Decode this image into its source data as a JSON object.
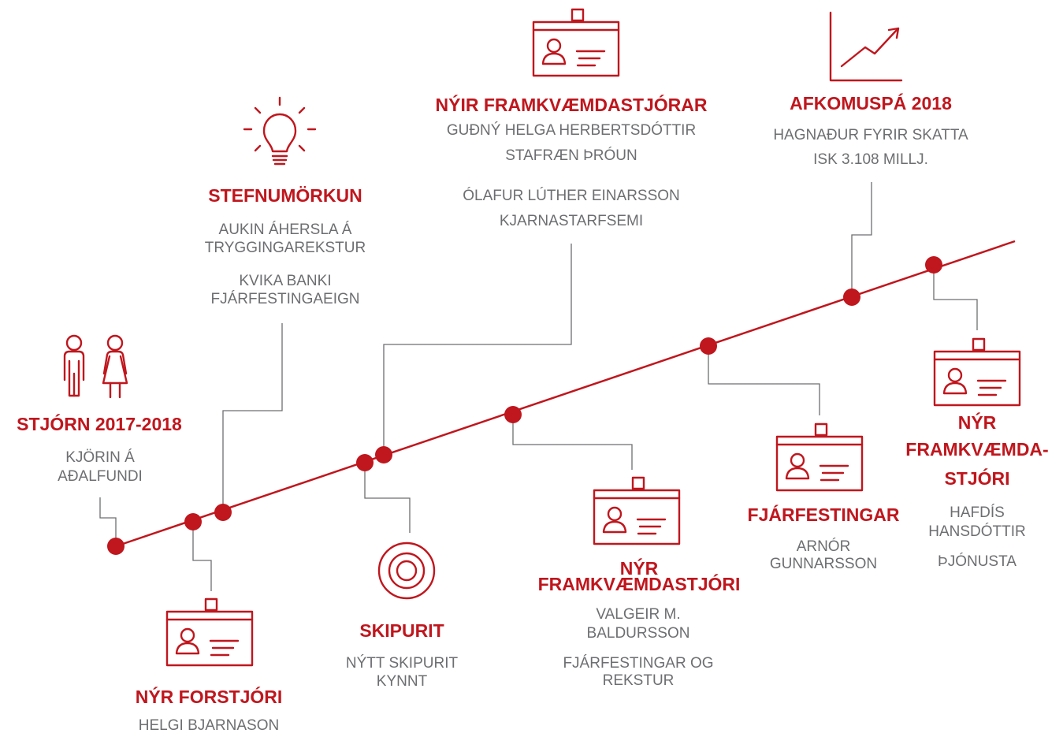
{
  "colors": {
    "accent": "#c0161d",
    "text": "#6d6e71",
    "connector": "#6d6e71"
  },
  "events": [
    {
      "id": "stjorn",
      "icon": "people-icon",
      "title": "STJÓRN 2017-2018",
      "lines": [
        "KJÖRIN Á",
        "AÐALFUNDI"
      ]
    },
    {
      "id": "forstjori",
      "icon": "id-badge-icon",
      "title": "NÝR FORSTJÓRI",
      "lines": [
        "HELGI BJARNASON"
      ]
    },
    {
      "id": "stefnumorkun",
      "icon": "lightbulb-icon",
      "title": "STEFNUMÖRKUN",
      "lines": [
        "AUKIN ÁHERSLA Á",
        "TRYGGINGAREKSTUR",
        "KVIKA BANKI",
        "FJÁRFESTINGAEIGN"
      ]
    },
    {
      "id": "skipurit",
      "icon": "target-icon",
      "title": "SKIPURIT",
      "lines": [
        "NÝTT SKIPURIT",
        "KYNNT"
      ]
    },
    {
      "id": "framkvaemdastjorar",
      "icon": "id-badge-icon",
      "title": "NÝIR FRAMKVÆMDASTJÓRAR",
      "lines": [
        "GUÐNÝ HELGA HERBERTSDÓTTIR",
        "STAFRÆN ÞRÓUN",
        "ÓLAFUR LÚTHER EINARSSON",
        "KJARNASTARFSEMI"
      ]
    },
    {
      "id": "framkvaemdastjori-valgeir",
      "icon": "id-badge-icon",
      "title": [
        "NÝR",
        "FRAMKVÆMDASTJÓRI"
      ],
      "lines": [
        "VALGEIR M.",
        "BALDURSSON",
        "FJÁRFESTINGAR OG",
        "REKSTUR"
      ]
    },
    {
      "id": "fjarfestingar",
      "icon": "id-badge-icon",
      "title": "FJÁRFESTINGAR",
      "lines": [
        "ARNÓR",
        "GUNNARSSON"
      ]
    },
    {
      "id": "afkomuspa",
      "icon": "trend-chart-icon",
      "title": "AFKOMUSPÁ 2018",
      "lines": [
        "HAGNAÐUR FYRIR SKATTA",
        "ISK 3.108 MILLJ."
      ]
    },
    {
      "id": "framkvaemdastjori-hafdis",
      "icon": "id-badge-icon",
      "title": [
        "NÝR",
        "FRAMKVÆMDA-",
        "STJÓRI"
      ],
      "lines": [
        "HAFDÍS",
        "HANSDÓTTIR",
        "ÞJÓNUSTA"
      ]
    }
  ]
}
